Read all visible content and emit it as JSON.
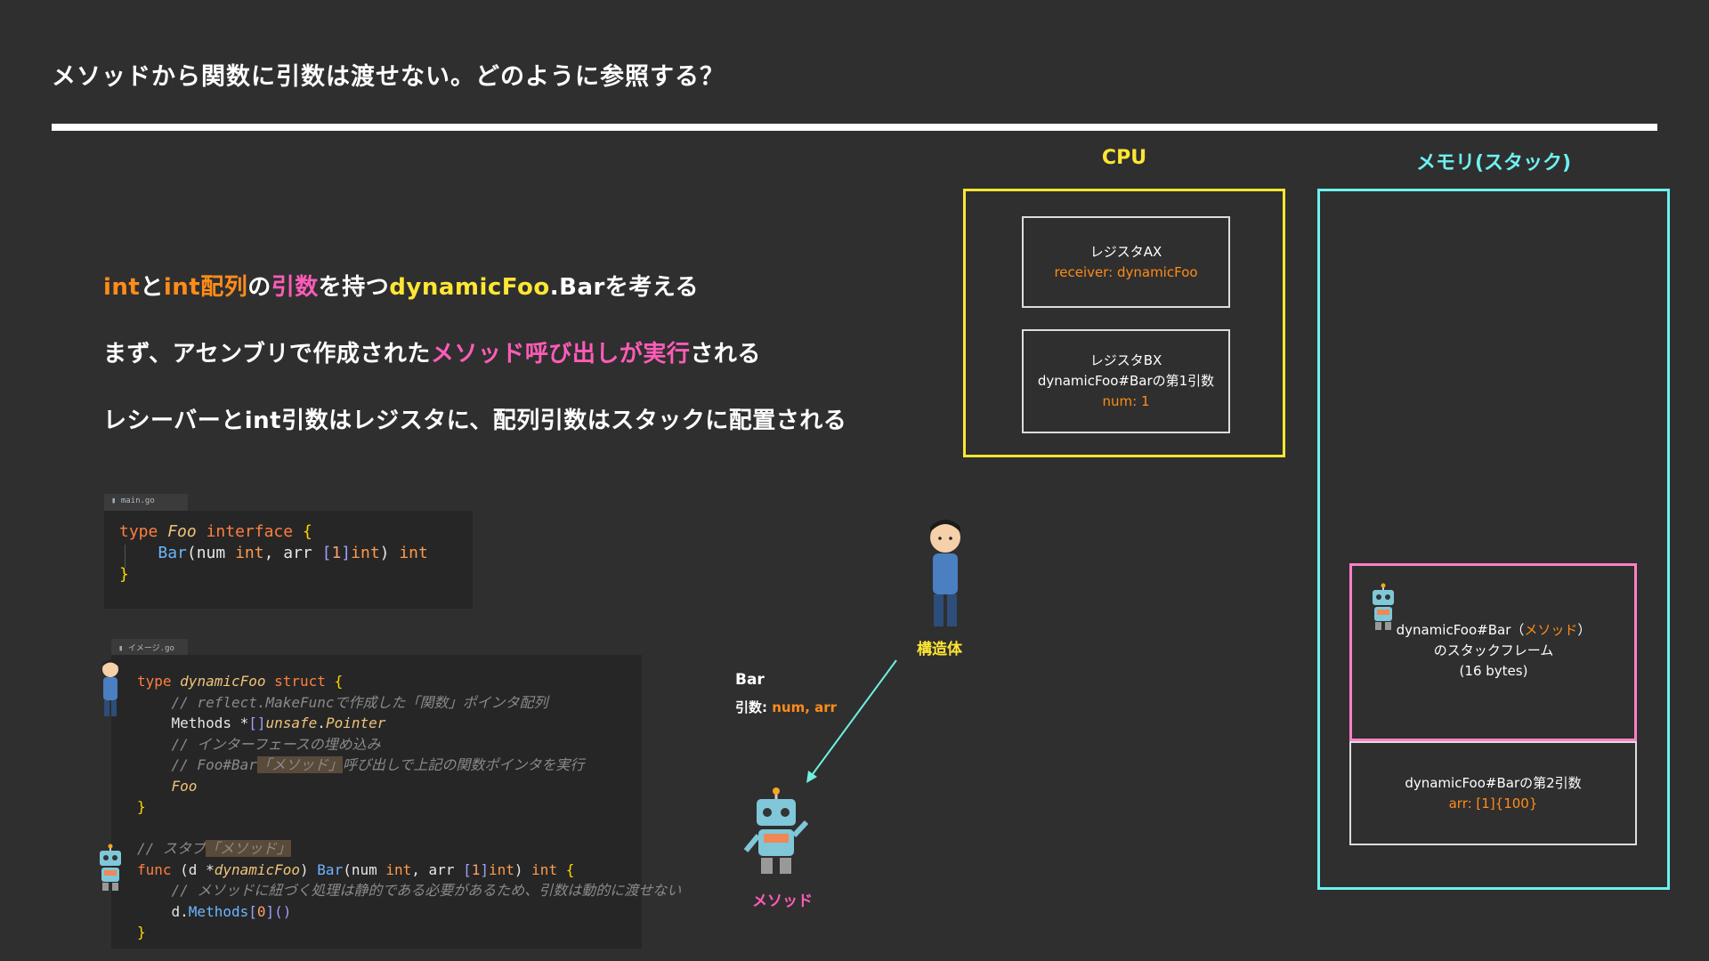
{
  "title": "メソッドから関数に引数は渡せない。どのように参照する？",
  "lead": {
    "line1": [
      {
        "text": "int",
        "color": "orange"
      },
      {
        "text": "と",
        "color": "white"
      },
      {
        "text": "int配列",
        "color": "orange"
      },
      {
        "text": "の",
        "color": "white"
      },
      {
        "text": "引数",
        "color": "pink"
      },
      {
        "text": "を持つ",
        "color": "white"
      },
      {
        "text": "dynamicFoo",
        "color": "yellow"
      },
      {
        "text": ".Barを考える",
        "color": "white"
      }
    ],
    "line2": [
      {
        "text": "まず、アセンブリで作成された",
        "color": "white"
      },
      {
        "text": "メソッド呼び出しが実行",
        "color": "pink"
      },
      {
        "text": "される",
        "color": "white"
      }
    ],
    "line3": "レシーバーとint引数はレジスタに、配列引数はスタックに配置される"
  },
  "code1": {
    "filename": "main.go"
  },
  "code2": {
    "filename": "イメージ.go",
    "comment_makefunc": "// reflect.MakeFuncで作成した「関数」ポインタ配列",
    "comment_embed": "// インターフェースの埋め込み",
    "comment_call_a": "// Foo#Bar",
    "comment_call_hl": "「メソッド」",
    "comment_call_b": "呼び出しで上記の関数ポインタを実行",
    "comment_stub_a": "// スタブ",
    "comment_stub_hl": "「メソッド」",
    "comment_static": "// メソッドに紐づく処理は静的である必要があるため、引数は動的に渡せない"
  },
  "cpu": {
    "heading": "CPU",
    "regAX": {
      "name": "レジスタAX",
      "value": "receiver: dynamicFoo"
    },
    "regBX": {
      "name": "レジスタBX",
      "desc": "dynamicFoo#Barの第1引数",
      "value": "num: 1"
    }
  },
  "memory": {
    "heading": "メモリ(スタック)",
    "frame": {
      "line1_a": "dynamicFoo#Bar（",
      "line1_b": "メソッド",
      "line1_c": "）",
      "line2": "のスタックフレーム",
      "line3": "(16 bytes)"
    },
    "arg2": {
      "desc": "dynamicFoo#Barの第2引数",
      "value": "arr: [1]{100}"
    }
  },
  "figures": {
    "struct_label": "構造体",
    "method_label": "メソッド",
    "call_title": "Bar",
    "call_args_label": "引数:",
    "call_args_value": "num, arr"
  },
  "colors": {
    "background": "#2f2f2f",
    "orange": "#ff8c19",
    "pink": "#ff5cb8",
    "yellow": "#ffe633",
    "cyan": "#6ff0f0"
  }
}
